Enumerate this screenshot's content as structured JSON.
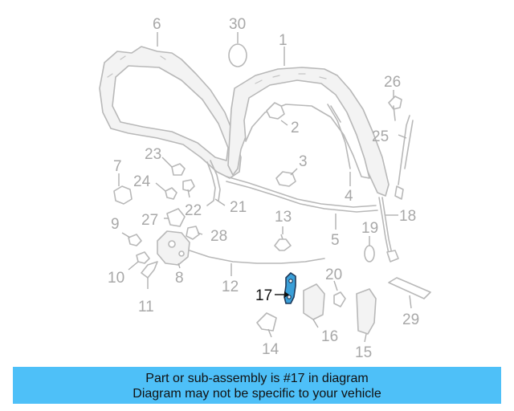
{
  "diagram": {
    "labels": {
      "n1": "1",
      "n2": "2",
      "n3": "3",
      "n4": "4",
      "n5": "5",
      "n6": "6",
      "n7": "7",
      "n8": "8",
      "n9": "9",
      "n10": "10",
      "n11": "11",
      "n12": "12",
      "n13": "13",
      "n14": "14",
      "n15": "15",
      "n16": "16",
      "n17": "17",
      "n18": "18",
      "n19": "19",
      "n20": "20",
      "n21": "21",
      "n22": "22",
      "n23": "23",
      "n24": "24",
      "n25": "25",
      "n26": "26",
      "n27": "27",
      "n28": "28",
      "n29": "29",
      "n30": "30"
    },
    "highlight_part": "17",
    "colors": {
      "highlight": "#3a9fd8",
      "parts": "#b8b8b8",
      "labels": "#a8a8a8",
      "banner": "#4ec0f8"
    }
  },
  "banner": {
    "line1": "Part or sub-assembly is #17 in diagram",
    "line2": "Diagram may not be specific to your vehicle"
  }
}
